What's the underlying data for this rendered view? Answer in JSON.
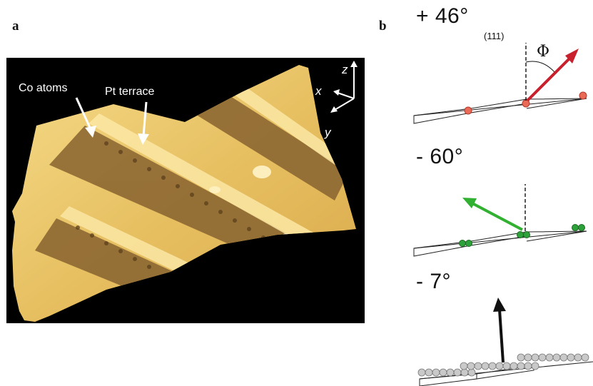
{
  "panels": {
    "a": {
      "label": "a",
      "labels": {
        "co_atoms": "Co atoms",
        "pt_terrace": "Pt terrace"
      },
      "axes": {
        "x": "x",
        "y": "y",
        "z": "z"
      },
      "colors": {
        "surface": "#e4bd5c",
        "stripe": "#8f6a34",
        "background": "#000000"
      }
    },
    "b": {
      "label": "b",
      "miller_index": "(111)",
      "angle_symbol": "Φ",
      "configurations": [
        {
          "angle": "+ 46°",
          "arrow_color": "#c8202c",
          "atom_color": "#e86a57",
          "adsorbate": "single Co atoms"
        },
        {
          "angle": "- 60°",
          "arrow_color": "#31b031",
          "atom_color": "#2ea23a",
          "adsorbate": "Co pairs"
        },
        {
          "angle": "- 7°",
          "arrow_color": "#111111",
          "atom_color": "#c9c9c9",
          "adsorbate": "Co monolayer"
        }
      ]
    }
  }
}
